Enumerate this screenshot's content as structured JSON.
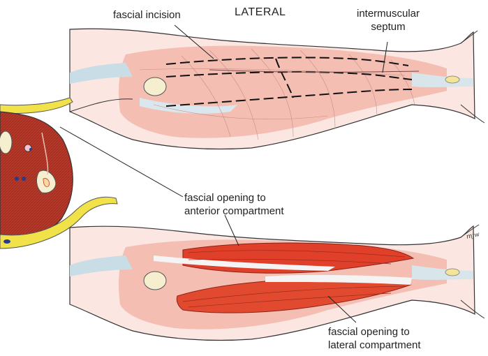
{
  "title": "LATERAL",
  "labels": {
    "fascial_incision": "fascial incision",
    "intermuscular_septum_line1": "intermuscular",
    "intermuscular_septum_line2": "septum",
    "anterior_line1": "fascial opening to",
    "anterior_line2": "anterior compartment",
    "lateral_line1": "fascial opening to",
    "lateral_line2": "lateral compartment"
  },
  "signature": "mjw",
  "colors": {
    "skin_pink": "#f2b8ad",
    "muscle_pale": "#f6cfc6",
    "muscle_exposed": "#e0402a",
    "bone_cream": "#f3ecc2",
    "fat_yellow": "#f2e24a",
    "tendon_blue": "#c9dde6",
    "cross_section_muscle": "#b83a2c",
    "outline": "#333333"
  }
}
